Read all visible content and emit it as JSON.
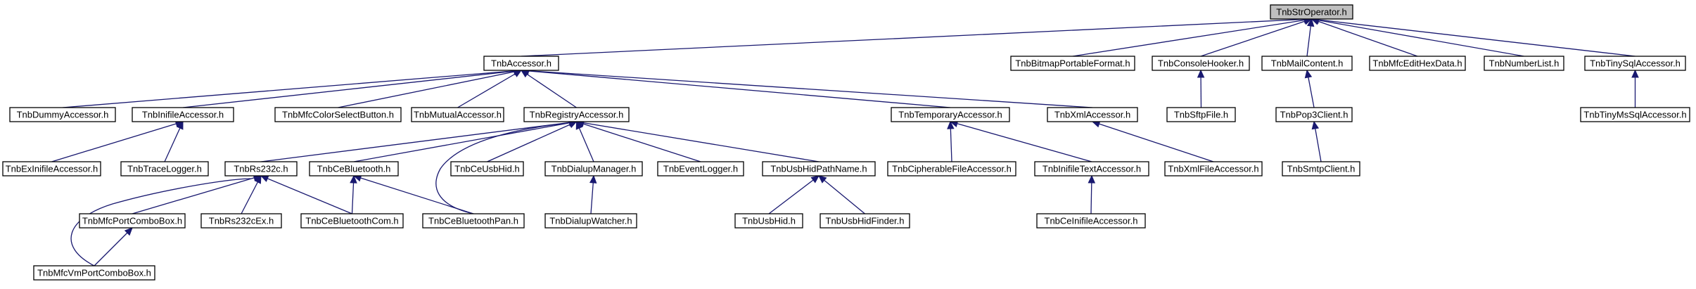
{
  "colors": {
    "edge": "#191970",
    "root_fill": "#bfbfbf",
    "node_fill": "#ffffff",
    "node_border": "#000000"
  },
  "nodes": [
    {
      "id": "root",
      "label": "TnbStrOperator.h",
      "root": true
    },
    {
      "id": "accessor",
      "label": "TnbAccessor.h"
    },
    {
      "id": "bitmap",
      "label": "TnbBitmapPortableFormat.h"
    },
    {
      "id": "console",
      "label": "TnbConsoleHooker.h"
    },
    {
      "id": "mailcontent",
      "label": "TnbMailContent.h"
    },
    {
      "id": "mfchex",
      "label": "TnbMfcEditHexData.h"
    },
    {
      "id": "numlist",
      "label": "TnbNumberList.h"
    },
    {
      "id": "tinysql",
      "label": "TnbTinySqlAccessor.h"
    },
    {
      "id": "dummy",
      "label": "TnbDummyAccessor.h"
    },
    {
      "id": "inifile",
      "label": "TnbInifileAccessor.h"
    },
    {
      "id": "colorsel",
      "label": "TnbMfcColorSelectButton.h"
    },
    {
      "id": "mutual",
      "label": "TnbMutualAccessor.h"
    },
    {
      "id": "registry",
      "label": "TnbRegistryAccessor.h"
    },
    {
      "id": "temporary",
      "label": "TnbTemporaryAccessor.h"
    },
    {
      "id": "xmlacc",
      "label": "TnbXmlAccessor.h"
    },
    {
      "id": "sftp",
      "label": "TnbSftpFile.h"
    },
    {
      "id": "pop3",
      "label": "TnbPop3Client.h"
    },
    {
      "id": "tinyms",
      "label": "TnbTinyMsSqlAccessor.h"
    },
    {
      "id": "exini",
      "label": "TnbExInifileAccessor.h"
    },
    {
      "id": "trace",
      "label": "TnbTraceLogger.h"
    },
    {
      "id": "rs232c",
      "label": "TnbRs232c.h"
    },
    {
      "id": "cebt",
      "label": "TnbCeBluetooth.h"
    },
    {
      "id": "ceusbhid",
      "label": "TnbCeUsbHid.h"
    },
    {
      "id": "dialup",
      "label": "TnbDialupManager.h"
    },
    {
      "id": "eventlog",
      "label": "TnbEventLogger.h"
    },
    {
      "id": "usbhidpath",
      "label": "TnbUsbHidPathName.h"
    },
    {
      "id": "cipher",
      "label": "TnbCipherableFileAccessor.h"
    },
    {
      "id": "initext",
      "label": "TnbInifileTextAccessor.h"
    },
    {
      "id": "xmlfile",
      "label": "TnbXmlFileAccessor.h"
    },
    {
      "id": "smtp",
      "label": "TnbSmtpClient.h"
    },
    {
      "id": "mfcport",
      "label": "TnbMfcPortComboBox.h"
    },
    {
      "id": "rs232cex",
      "label": "TnbRs232cEx.h"
    },
    {
      "id": "cebtcom",
      "label": "TnbCeBluetoothCom.h"
    },
    {
      "id": "cebtpan",
      "label": "TnbCeBluetoothPan.h"
    },
    {
      "id": "dialwatch",
      "label": "TnbDialupWatcher.h"
    },
    {
      "id": "usbhid",
      "label": "TnbUsbHid.h"
    },
    {
      "id": "usbfinder",
      "label": "TnbUsbHidFinder.h"
    },
    {
      "id": "ceini",
      "label": "TnbCeInifileAccessor.h"
    },
    {
      "id": "mfcvm",
      "label": "TnbMfcVmPortComboBox.h"
    }
  ],
  "edges": [
    {
      "from": "accessor",
      "to": "root"
    },
    {
      "from": "bitmap",
      "to": "root"
    },
    {
      "from": "console",
      "to": "root"
    },
    {
      "from": "mailcontent",
      "to": "root"
    },
    {
      "from": "mfchex",
      "to": "root"
    },
    {
      "from": "numlist",
      "to": "root"
    },
    {
      "from": "tinysql",
      "to": "root"
    },
    {
      "from": "dummy",
      "to": "accessor"
    },
    {
      "from": "inifile",
      "to": "accessor"
    },
    {
      "from": "colorsel",
      "to": "accessor"
    },
    {
      "from": "mutual",
      "to": "accessor"
    },
    {
      "from": "registry",
      "to": "accessor"
    },
    {
      "from": "temporary",
      "to": "accessor"
    },
    {
      "from": "xmlacc",
      "to": "accessor"
    },
    {
      "from": "sftp",
      "to": "console"
    },
    {
      "from": "pop3",
      "to": "mailcontent"
    },
    {
      "from": "tinyms",
      "to": "tinysql"
    },
    {
      "from": "exini",
      "to": "inifile"
    },
    {
      "from": "trace",
      "to": "inifile"
    },
    {
      "from": "rs232c",
      "to": "registry"
    },
    {
      "from": "cebt",
      "to": "registry"
    },
    {
      "from": "ceusbhid",
      "to": "registry"
    },
    {
      "from": "dialup",
      "to": "registry"
    },
    {
      "from": "eventlog",
      "to": "registry"
    },
    {
      "from": "usbhidpath",
      "to": "registry"
    },
    {
      "from": "cebtpan",
      "to": "registry"
    },
    {
      "from": "cipher",
      "to": "temporary"
    },
    {
      "from": "initext",
      "to": "temporary"
    },
    {
      "from": "xmlfile",
      "to": "xmlacc"
    },
    {
      "from": "smtp",
      "to": "pop3"
    },
    {
      "from": "mfcport",
      "to": "rs232c"
    },
    {
      "from": "rs232cex",
      "to": "rs232c"
    },
    {
      "from": "cebtcom",
      "to": "rs232c"
    },
    {
      "from": "mfcvm",
      "to": "rs232c"
    },
    {
      "from": "cebtcom",
      "to": "cebt"
    },
    {
      "from": "cebtpan",
      "to": "cebt"
    },
    {
      "from": "dialwatch",
      "to": "dialup"
    },
    {
      "from": "usbhid",
      "to": "usbhidpath"
    },
    {
      "from": "usbfinder",
      "to": "usbhidpath"
    },
    {
      "from": "ceini",
      "to": "initext"
    },
    {
      "from": "mfcvm",
      "to": "mfcport"
    }
  ]
}
